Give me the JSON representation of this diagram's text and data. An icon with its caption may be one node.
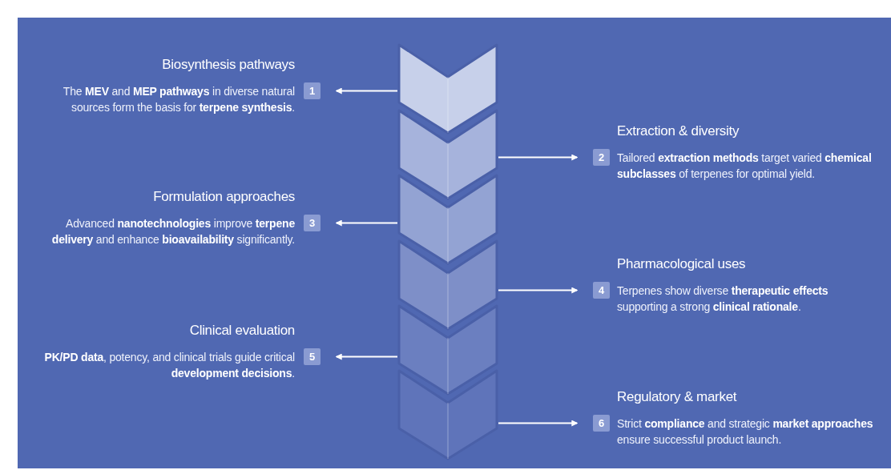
{
  "diagram": {
    "nodes": [
      {
        "text": [],
        "shape": "chevron"
      },
      {
        "text": [],
        "shape": "chevron"
      },
      {
        "text": [],
        "shape": "chevron"
      },
      {
        "text": [],
        "shape": "chevron"
      },
      {
        "text": [],
        "shape": "chevron"
      },
      {
        "text": [],
        "shape": "chevron"
      },
      {
        "text": [
          "1"
        ],
        "beside": [
          "Biosynthesis pathways",
          "The **MEV** and **MEP pathways** in diverse natural sources form the basis for **terpene synthesis**."
        ]
      },
      {
        "text": [
          "2"
        ],
        "beside": [
          "Extraction & diversity",
          "Tailored **extraction methods** target varied **chemical subclasses** of terpenes for optimal yield."
        ]
      },
      {
        "text": [
          "3"
        ],
        "beside": [
          "Formulation approaches",
          "Advanced **nanotechnologies** improve **terpene delivery** and enhance **bioavailability** significantly."
        ]
      },
      {
        "text": [
          "4"
        ],
        "beside": [
          "Pharmacological uses",
          "Terpenes show diverse **therapeutic effects** supporting a strong **clinical rationale**."
        ]
      },
      {
        "text": [
          "5"
        ],
        "beside": [
          "Clinical evaluation",
          "**PK/PD data**, potency, and clinical trials guide critical **development decisions**."
        ]
      },
      {
        "text": [
          "6"
        ],
        "beside": [
          "Regulatory & market",
          "Strict **compliance** and strategic **market approaches** ensure successful product launch."
        ]
      }
    ],
    "edges": [
      {
        "from": 0,
        "to": 6,
        "arrow": "to"
      },
      {
        "from": 1,
        "to": 7,
        "arrow": "to"
      },
      {
        "from": 2,
        "to": 8,
        "arrow": "to"
      },
      {
        "from": 3,
        "to": 9,
        "arrow": "to"
      },
      {
        "from": 4,
        "to": 10,
        "arrow": "to"
      },
      {
        "from": 5,
        "to": 11,
        "arrow": "to"
      }
    ]
  }
}
